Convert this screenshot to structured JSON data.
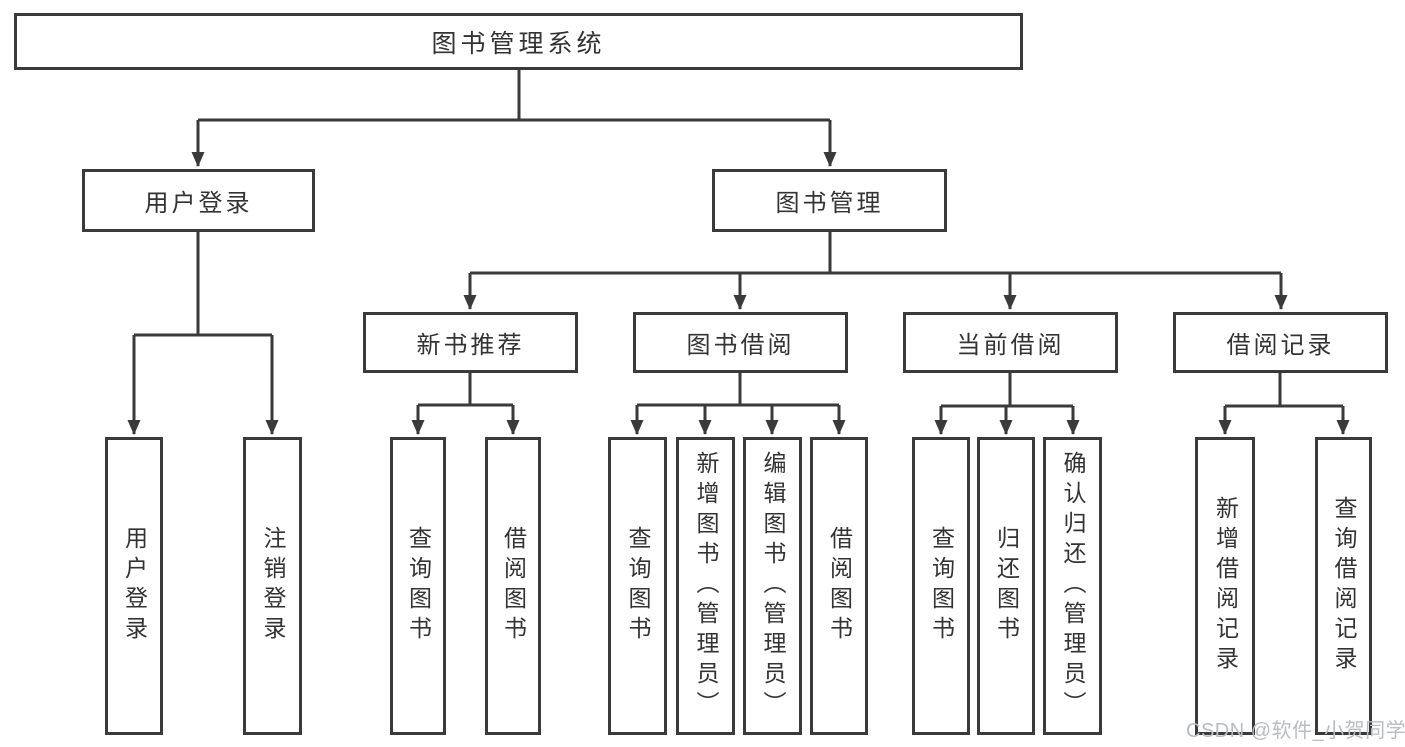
{
  "diagram": {
    "title": "图书管理系统",
    "level1": [
      {
        "label": "用户登录"
      },
      {
        "label": "图书管理"
      }
    ],
    "level2": [
      {
        "label": "新书推荐"
      },
      {
        "label": "图书借阅"
      },
      {
        "label": "当前借阅"
      },
      {
        "label": "借阅记录"
      }
    ],
    "leaves": [
      {
        "label": "用户登录"
      },
      {
        "label": "注销登录"
      },
      {
        "label": "查询图书"
      },
      {
        "label": "借阅图书"
      },
      {
        "label": "查询图书"
      },
      {
        "label": "新增图书（管理员）"
      },
      {
        "label": "编辑图书（管理员）"
      },
      {
        "label": "借阅图书"
      },
      {
        "label": "查询图书"
      },
      {
        "label": "归还图书"
      },
      {
        "label": "确认归还（管理员）"
      },
      {
        "label": "新增借阅记录"
      },
      {
        "label": "查询借阅记录"
      }
    ]
  },
  "watermark": {
    "text": "CSDN @软件_小贺同学"
  },
  "colors": {
    "line": "#3a3a3a",
    "box_border": "#3a3a3a",
    "text": "#333333",
    "watermark": "#b9bcc1",
    "background": "#ffffff"
  }
}
